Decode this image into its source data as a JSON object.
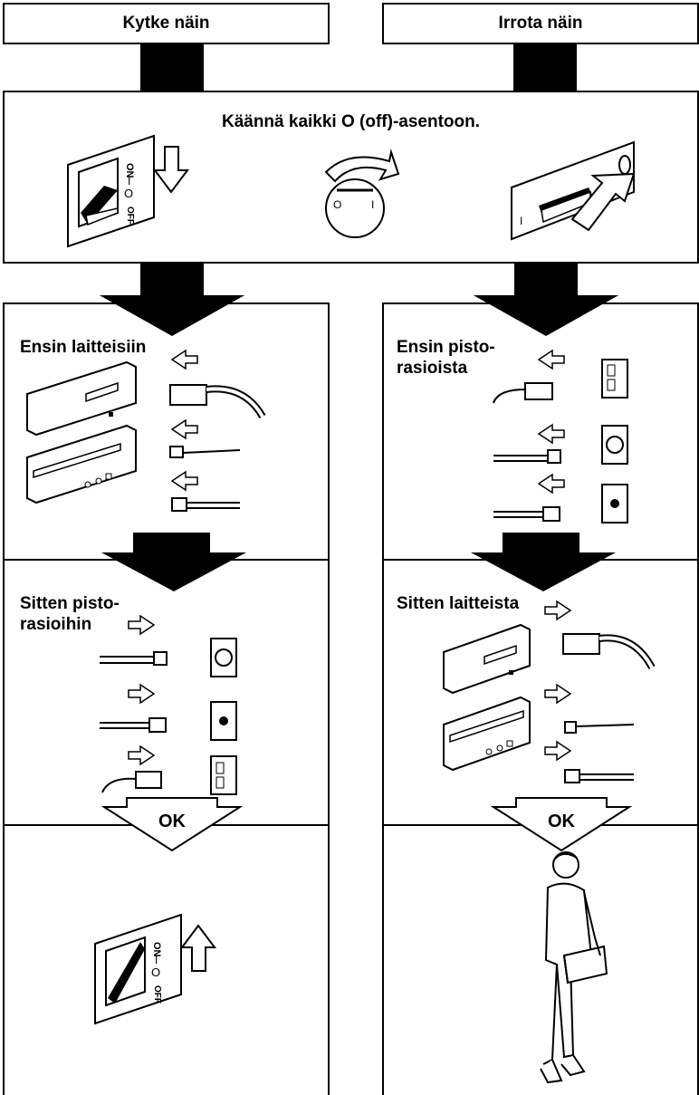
{
  "headers": {
    "connect": "Kytke näin",
    "disconnect": "Irrota näin"
  },
  "switch_step": {
    "text": "Käännä kaikki O (off)-asentoon."
  },
  "connect_steps": {
    "first": "Ensin laitteisiin",
    "then": "Sitten pisto-\nrasioihin",
    "ok": "OK"
  },
  "disconnect_steps": {
    "first": "Ensin pisto-\nrasioista",
    "then": "Sitten laitteista",
    "ok": "OK"
  },
  "switch_labels": {
    "on": "ON",
    "mid": "I",
    "off_o": "O",
    "off": "OFF"
  },
  "knob_labels": {
    "zero": "O",
    "one": "I"
  },
  "rocker_label": "I"
}
